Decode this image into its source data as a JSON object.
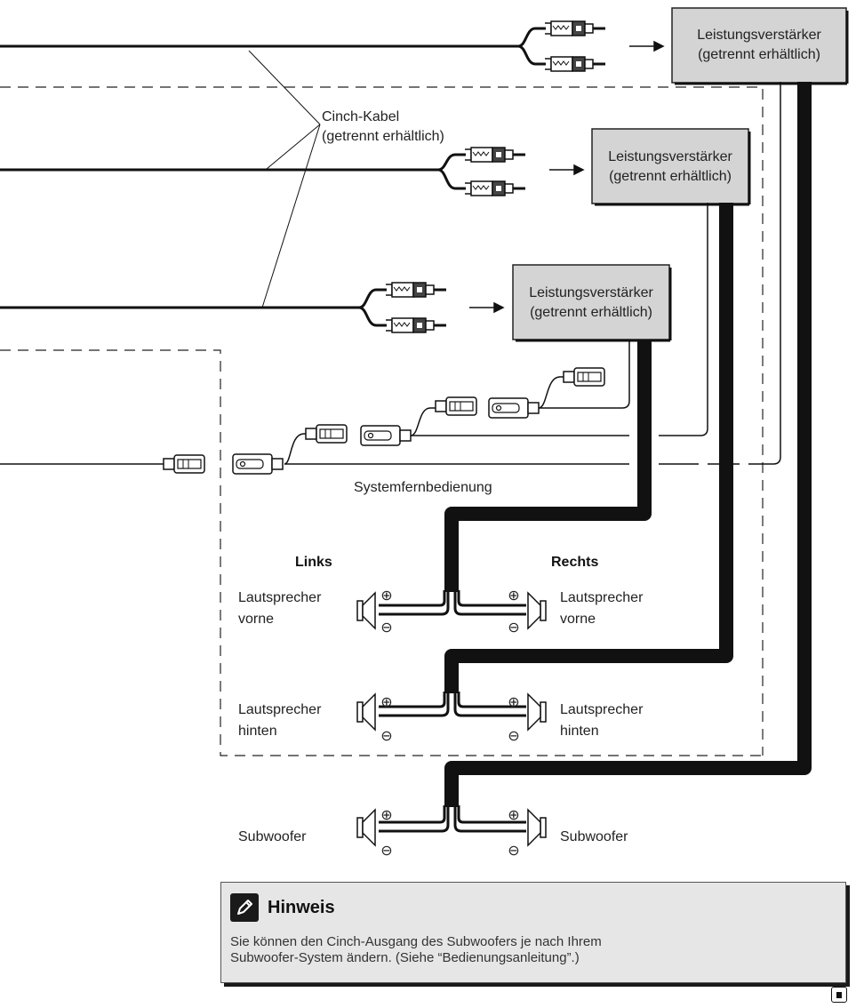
{
  "amplifiers": [
    {
      "line1": "Leistungsverstärker",
      "line2": "(getrennt erhältlich)"
    },
    {
      "line1": "Leistungsverstärker",
      "line2": "(getrennt erhältlich)"
    },
    {
      "line1": "Leistungsverstärker",
      "line2": "(getrennt erhältlich)"
    }
  ],
  "cinch": {
    "line1": "Cinch-Kabel",
    "line2": "(getrennt erhältlich)"
  },
  "remote_label": "Systemfernbedienung",
  "left_label": "Links",
  "right_label": "Rechts",
  "speakers": {
    "front_left": {
      "line1": "Lautsprecher",
      "line2": "vorne"
    },
    "front_right": {
      "line1": "Lautsprecher",
      "line2": "vorne"
    },
    "rear_left": {
      "line1": "Lautsprecher",
      "line2": "hinten"
    },
    "rear_right": {
      "line1": "Lautsprecher",
      "line2": "hinten"
    },
    "sub_left": "Subwoofer",
    "sub_right": "Subwoofer"
  },
  "polarity": {
    "plus": "⊕",
    "minus": "⊖"
  },
  "note": {
    "title": "Hinweis",
    "line1": "Sie können den Cinch-Ausgang des Subwoofers je nach Ihrem",
    "line2": "Subwoofer-System ändern. (Siehe “Bedienungsanleitung”.)"
  },
  "icons": {
    "note": "pencil-icon",
    "end": "end-mark-icon"
  }
}
